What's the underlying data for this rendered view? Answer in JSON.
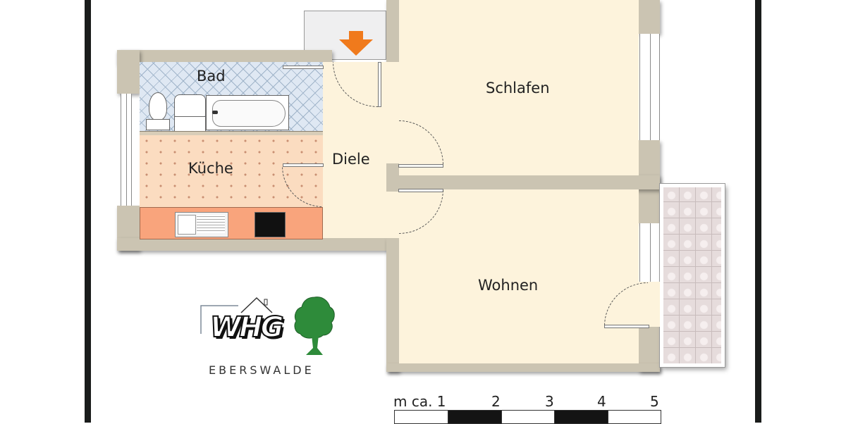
{
  "plan": {
    "rooms": {
      "bad": "Bad",
      "kueche": "Küche",
      "diele": "Diele",
      "schlafen": "Schlafen",
      "wohnen": "Wohnen"
    },
    "entrance_icon": "entrance-arrow-down",
    "colors": {
      "wall": "#cbc4b2",
      "floor": "#fdf3dc",
      "bath_tile": "#dfe8f3",
      "kitchen_tile": "#fbdcc0",
      "counter": "#f9a47c",
      "entrance_arrow": "#f07a1c",
      "balcony": "#e6dcdc"
    }
  },
  "logo": {
    "brand": "WHG",
    "subtitle": "EBERSWALDE",
    "tree_color": "#2e8b3a"
  },
  "scale": {
    "label": "m ca. 1",
    "ticks": [
      "2",
      "3",
      "4",
      "5"
    ]
  }
}
